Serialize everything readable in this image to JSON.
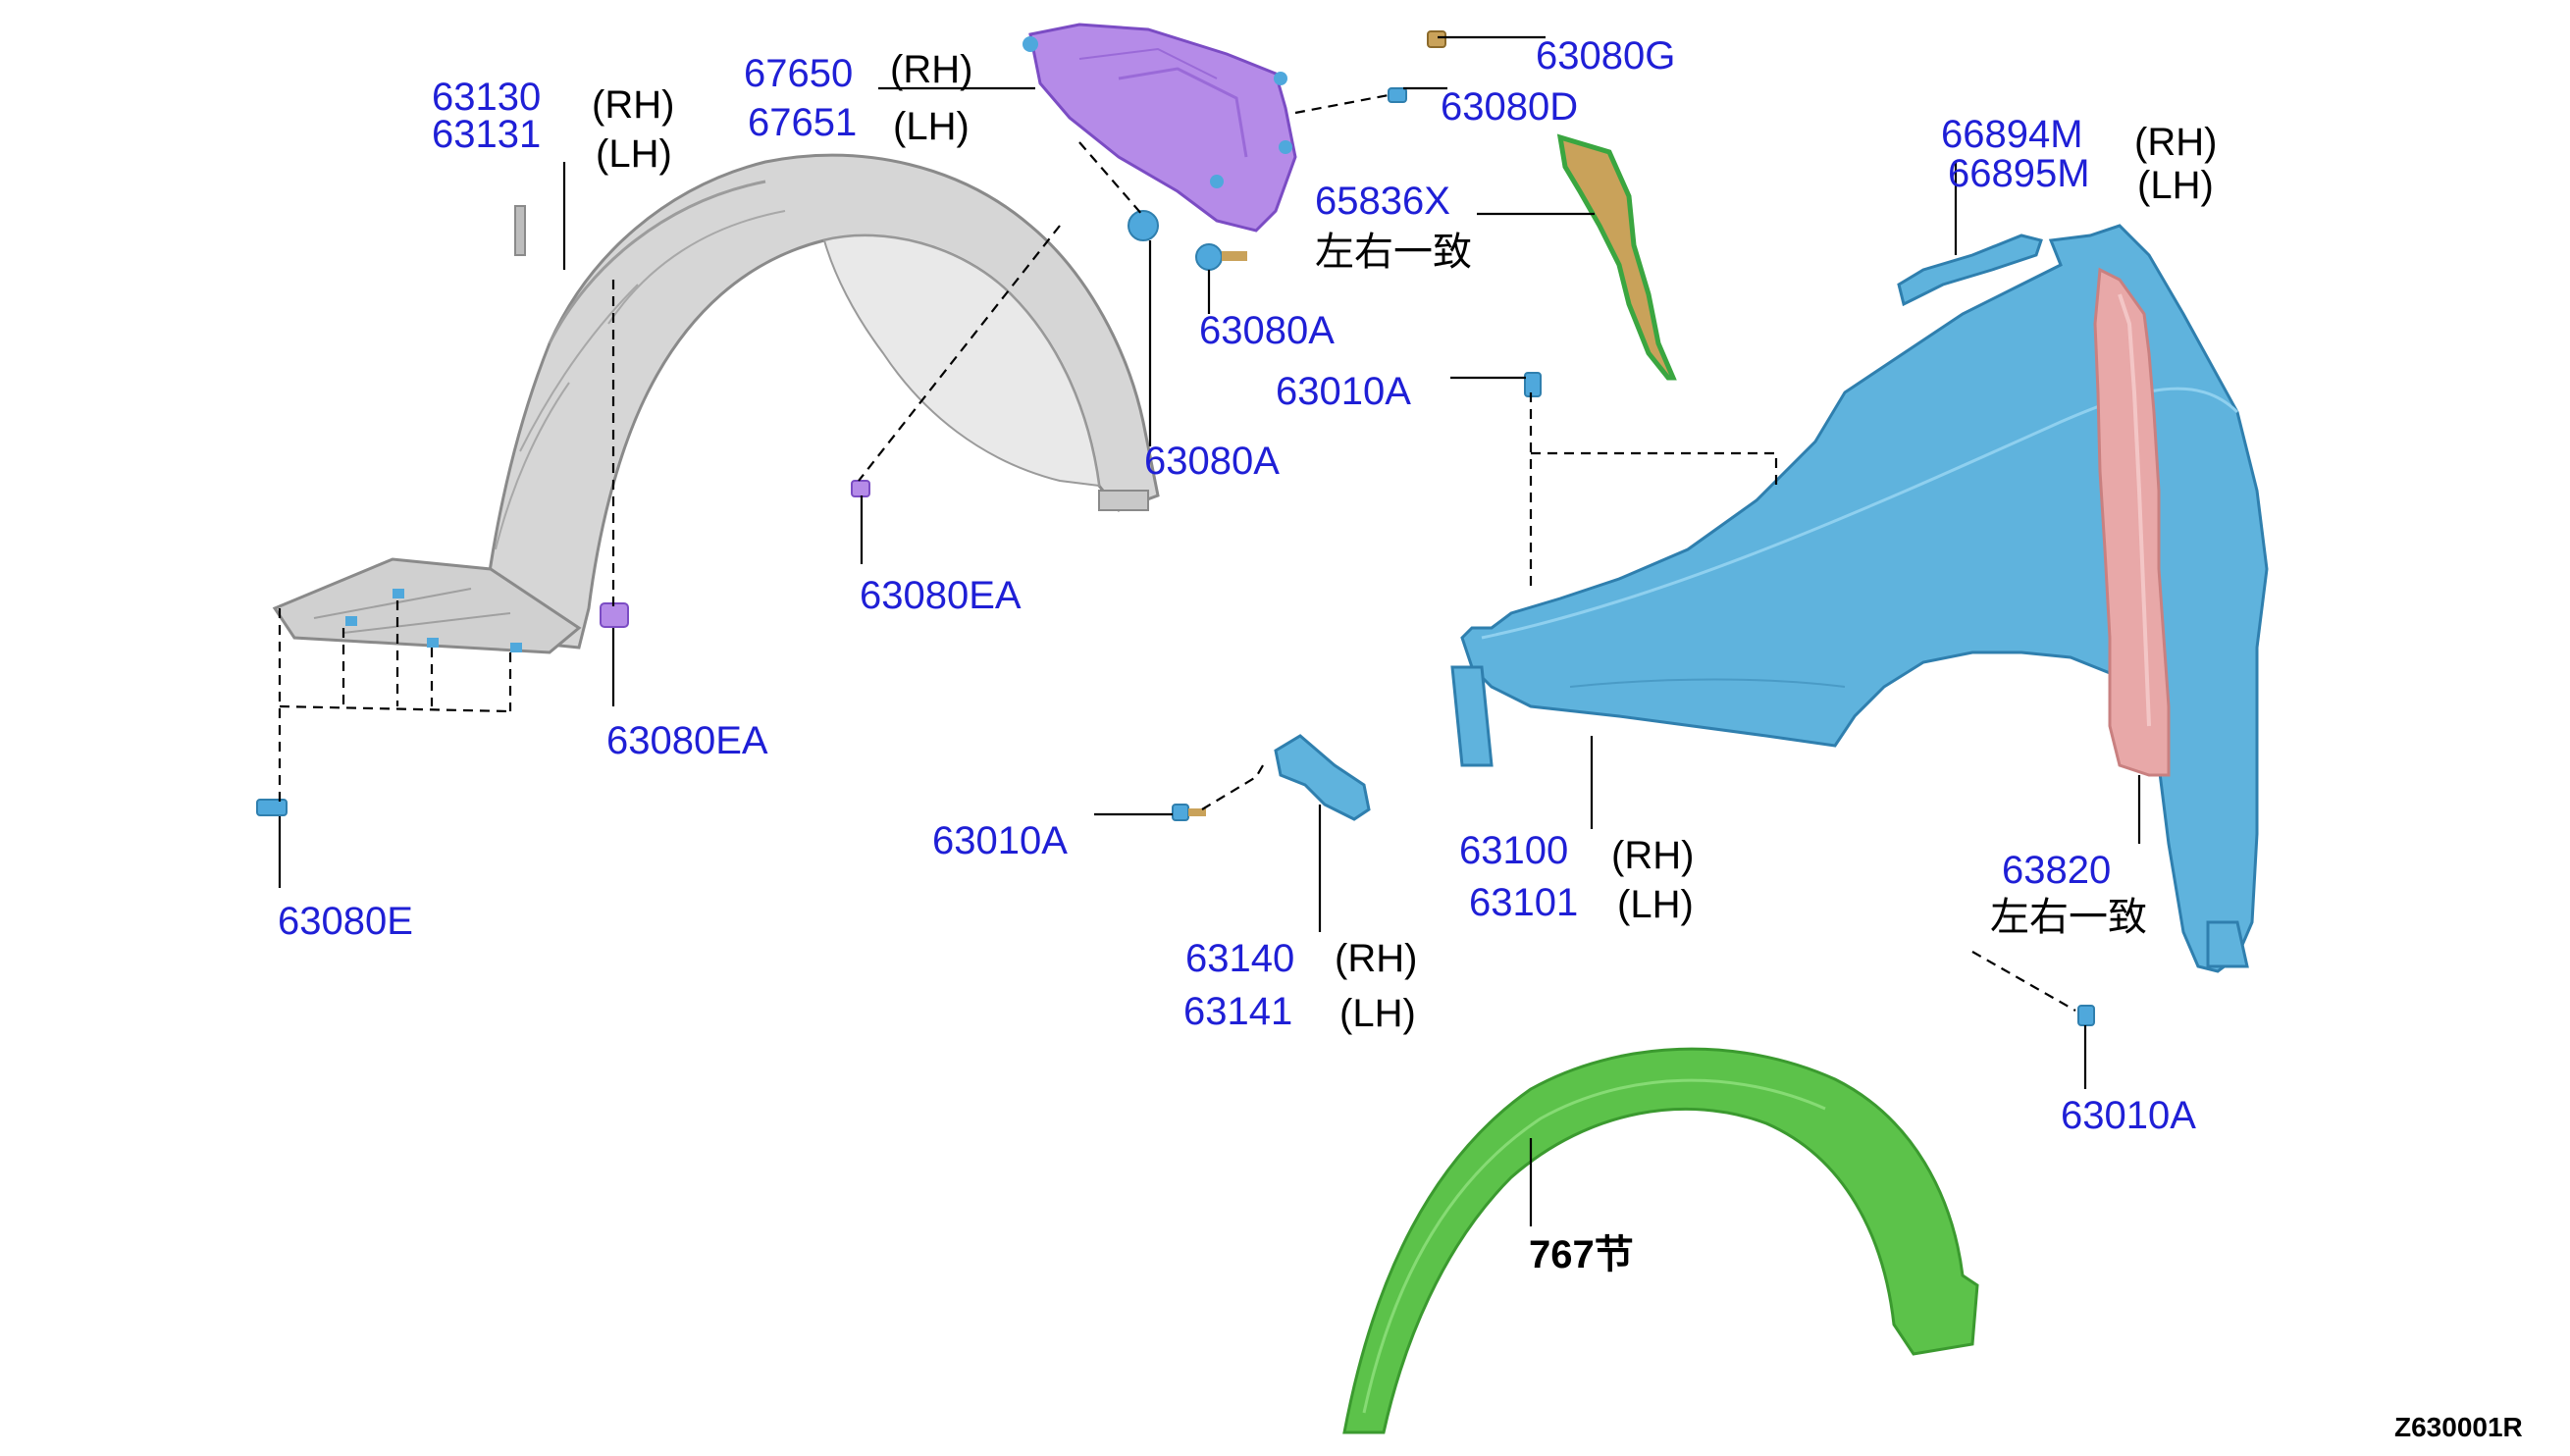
{
  "diagram": {
    "colors": {
      "part_number": "#1f1fd6",
      "fender": "#5fb3dd",
      "fender_edge": "#2f7fae",
      "liner": "#d6d6d6",
      "liner_edge": "#8a8a8a",
      "splash_shield": "#b58be8",
      "splash_shield_edge": "#7b4cc4",
      "seal": "#c9a25a",
      "seal_edge": "#3aa640",
      "protector": "#e8a8a8",
      "arch_molding": "#5cc24a",
      "clip": "#4fa8dc"
    },
    "labels": {
      "p63130": "63130",
      "p63131": "63131",
      "p63130_rh": "(RH)",
      "p63131_lh": "(LH)",
      "p67650": "67650",
      "p67651": "67651",
      "p67650_rh": "(RH)",
      "p67651_lh": "(LH)",
      "p63080G": "63080G",
      "p63080D": "63080D",
      "p65836X": "65836X",
      "p65836X_note": "左右一致",
      "p63080A_a": "63080A",
      "p63080A_b": "63080A",
      "p63010A_top": "63010A",
      "p66894M": "66894M",
      "p66895M": "66895M",
      "p66894M_rh": "(RH)",
      "p66895M_lh": "(LH)",
      "p63080EA_a": "63080EA",
      "p63080EA_b": "63080EA",
      "p63080E": "63080E",
      "p63010A_mid": "63010A",
      "p63100": "63100",
      "p63101": "63101",
      "p63100_rh": "(RH)",
      "p63101_lh": "(LH)",
      "p63820": "63820",
      "p63820_note": "左右一致",
      "p63140": "63140",
      "p63141": "63141",
      "p63140_rh": "(RH)",
      "p63141_lh": "(LH)",
      "p63010A_bottom": "63010A",
      "section_767": "767节",
      "figure_code": "Z630001R"
    }
  }
}
